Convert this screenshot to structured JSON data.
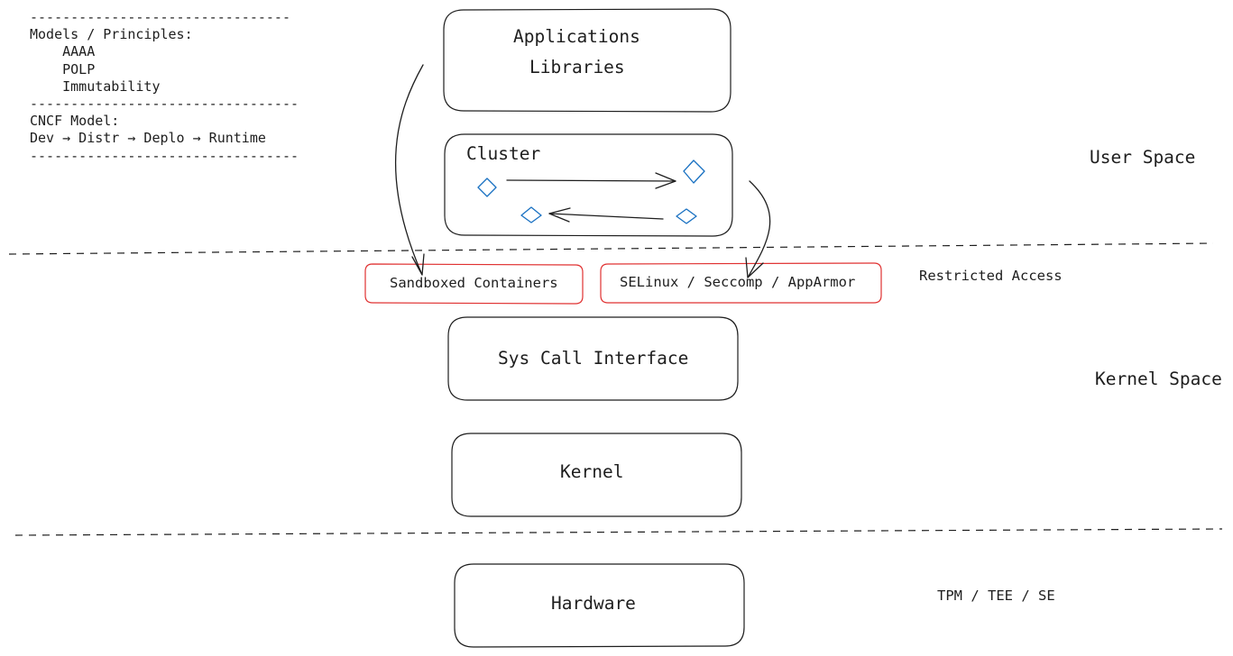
{
  "legend": {
    "rule_top": "--------------------------------",
    "models_heading": "Models / Principles:",
    "models": [
      "AAAA",
      "POLP",
      "Immutability"
    ],
    "rule_middle": "---------------------------------",
    "cncf_heading": "CNCF Model:",
    "cncf_flow": "Dev → Distr → Deplo → Runtime",
    "rule_bottom": "---------------------------------"
  },
  "boxes": {
    "applications": {
      "line1": "Applications",
      "line2": "Libraries"
    },
    "cluster": {
      "title": "Cluster"
    },
    "sandboxed_containers": "Sandboxed Containers",
    "selinux": "SELinux / Seccomp / AppArmor",
    "syscall": "Sys Call Interface",
    "kernel": "Kernel",
    "hardware": "Hardware"
  },
  "zones": {
    "user_space": "User Space",
    "restricted_access": "Restricted Access",
    "kernel_space": "Kernel Space",
    "hardware_security": "TPM / TEE / SE"
  },
  "colors": {
    "stroke": "#1e1e1e",
    "restricted_border": "#e03131",
    "cluster_nodes": "#1971c2"
  }
}
